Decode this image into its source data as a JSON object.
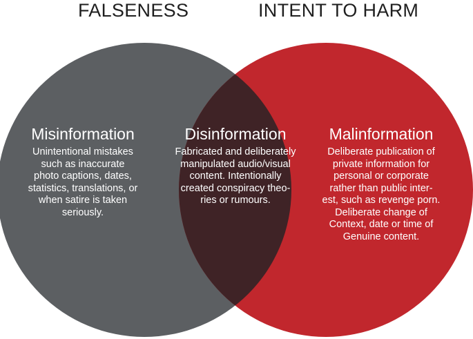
{
  "headings": {
    "left": "FALSENESS",
    "right": "INTENT TO HARM"
  },
  "colors": {
    "left_circle": "#5c5f62",
    "right_circle": "#c1272d",
    "overlap": "#3f2326",
    "text": "#ffffff",
    "heading": "#1f1f1f"
  },
  "sections": {
    "misinformation": {
      "term": "Misinformation",
      "lines": [
        "Unintentional mistakes",
        "such as inaccurate",
        "photo captions, dates,",
        "statistics, translations, or",
        "when satire is taken",
        "seriously."
      ]
    },
    "disinformation": {
      "term": "Disinformation",
      "lines": [
        "Fabricated and deliberately",
        "manipulated audio/visual",
        "content. Intentionally",
        "created conspiracy theo-",
        "ries or rumours."
      ]
    },
    "malinformation": {
      "term": "Malinformation",
      "lines": [
        "Deliberate publication of",
        "private information for",
        "personal or corporate",
        "rather than public inter-",
        "est, such as revenge porn.",
        "Deliberate change of",
        "Context, date or time of",
        "Genuine content."
      ]
    }
  }
}
